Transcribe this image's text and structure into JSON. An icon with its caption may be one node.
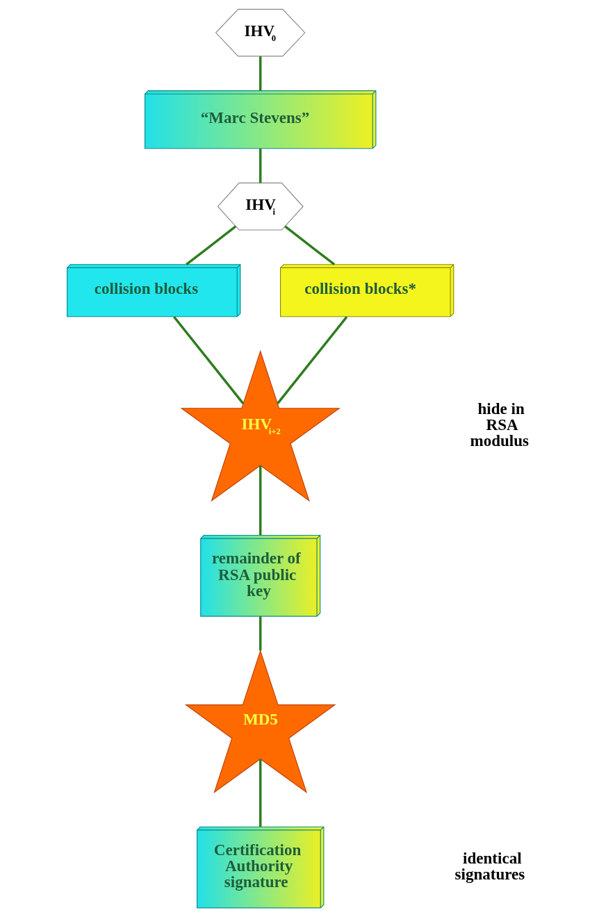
{
  "diagram": {
    "nodes": [
      {
        "text": [
          "IHV$_{0}$"
        ]
      },
      {
        "text": [
          "“Marc Stevens”"
        ]
      },
      {
        "text": [
          "IHV$_{i}$"
        ]
      },
      {
        "text": [
          "collision blocks"
        ]
      },
      {
        "text": [
          "collision blocks*"
        ]
      },
      {
        "text": [
          "IHV$_{i+2}$"
        ]
      },
      {
        "text": [
          "remainder of RSA public key"
        ]
      },
      {
        "text": [
          "MD5"
        ]
      },
      {
        "text": [
          "Certification Authority signature"
        ]
      }
    ],
    "edges": [
      {
        "from": 0,
        "to": 1,
        "arrow": "none"
      },
      {
        "from": 1,
        "to": 2,
        "arrow": "none"
      },
      {
        "from": 2,
        "to": 3,
        "arrow": "none"
      },
      {
        "from": 2,
        "to": 4,
        "arrow": "none"
      },
      {
        "from": 3,
        "to": 5,
        "arrow": "none"
      },
      {
        "from": 4,
        "to": 5,
        "arrow": "none"
      },
      {
        "from": 5,
        "to": 6,
        "arrow": "none"
      },
      {
        "from": 6,
        "to": 7,
        "arrow": "none"
      },
      {
        "from": 7,
        "to": 8,
        "arrow": "none"
      }
    ],
    "labels": [
      "hide in RSA modulus",
      "identical signatures"
    ]
  }
}
